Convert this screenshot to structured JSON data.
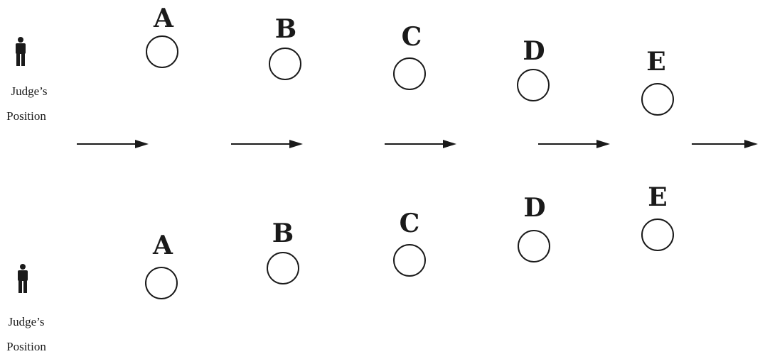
{
  "judges": [
    {
      "caption_line1": "Judge’s",
      "caption_line2": "Position"
    },
    {
      "caption_line1": "Judge’s",
      "caption_line2": "Position"
    }
  ],
  "top_row": [
    {
      "label": "A"
    },
    {
      "label": "B"
    },
    {
      "label": "C"
    },
    {
      "label": "D"
    },
    {
      "label": "E"
    }
  ],
  "bottom_row": [
    {
      "label": "A"
    },
    {
      "label": "B"
    },
    {
      "label": "C"
    },
    {
      "label": "D"
    },
    {
      "label": "E"
    }
  ],
  "arrow_count": 5,
  "colors": {
    "ink": "#1a1a1a",
    "background": "#ffffff"
  },
  "icons": {
    "judge": "person-icon",
    "direction": "right-arrow-icon"
  }
}
